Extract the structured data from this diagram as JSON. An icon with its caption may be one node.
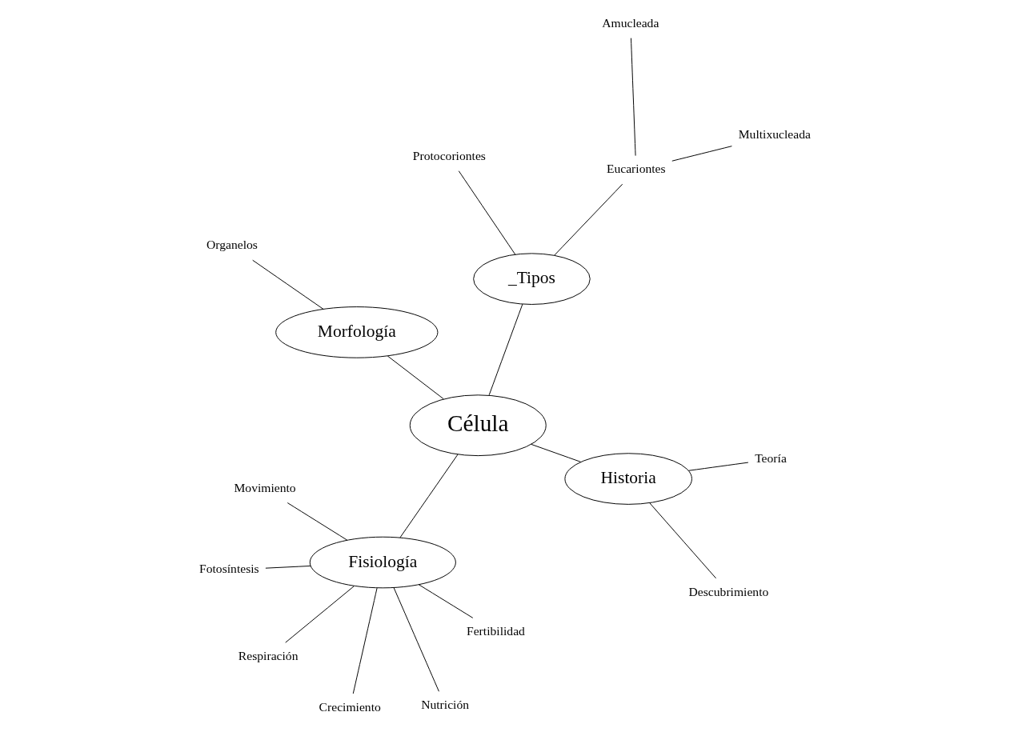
{
  "diagram": {
    "nodes": [
      {
        "text": [
          "Célula"
        ]
      },
      {
        "text": [
          "Morfología"
        ]
      },
      {
        "text": [
          "Fisiología"
        ]
      },
      {
        "text": [
          "_Tipos"
        ]
      },
      {
        "text": [
          "Historia"
        ]
      },
      {
        "text": [
          "Organelos"
        ]
      },
      {
        "text": [
          "Respiración"
        ]
      },
      {
        "text": [
          "Nutrición"
        ]
      },
      {
        "text": [
          "Fotosíntesis"
        ]
      },
      {
        "text": [
          "Crecimiento"
        ]
      },
      {
        "text": [
          "Fertibilidad"
        ]
      },
      {
        "text": [
          "Movimiento"
        ]
      },
      {
        "text": [
          "Eucariontes"
        ]
      },
      {
        "text": [
          "Protocoriontes"
        ]
      },
      {
        "text": [
          "Amucleada"
        ]
      },
      {
        "text": [
          "Multixucleada"
        ]
      },
      {
        "text": [
          "Descubrimiento"
        ]
      },
      {
        "text": [
          "Teoría"
        ]
      }
    ],
    "edges": [
      {
        "from": 0,
        "to": 1,
        "arrow": "none"
      },
      {
        "from": 0,
        "to": 2,
        "arrow": "none"
      },
      {
        "from": 0,
        "to": 3,
        "arrow": "none"
      },
      {
        "from": 0,
        "to": 4,
        "arrow": "none"
      },
      {
        "from": 1,
        "to": 5,
        "arrow": "none"
      },
      {
        "from": 2,
        "to": 6,
        "arrow": "none"
      },
      {
        "from": 2,
        "to": 7,
        "arrow": "none"
      },
      {
        "from": 2,
        "to": 8,
        "arrow": "none"
      },
      {
        "from": 2,
        "to": 9,
        "arrow": "none"
      },
      {
        "from": 2,
        "to": 10,
        "arrow": "none"
      },
      {
        "from": 2,
        "to": 11,
        "arrow": "none"
      },
      {
        "from": 3,
        "to": 12,
        "arrow": "none"
      },
      {
        "from": 3,
        "to": 13,
        "arrow": "none"
      },
      {
        "from": 12,
        "to": 14,
        "arrow": "none"
      },
      {
        "from": 12,
        "to": 15,
        "arrow": "none"
      },
      {
        "from": 4,
        "to": 16,
        "arrow": "none"
      },
      {
        "from": 4,
        "to": 17,
        "arrow": "none"
      }
    ]
  }
}
